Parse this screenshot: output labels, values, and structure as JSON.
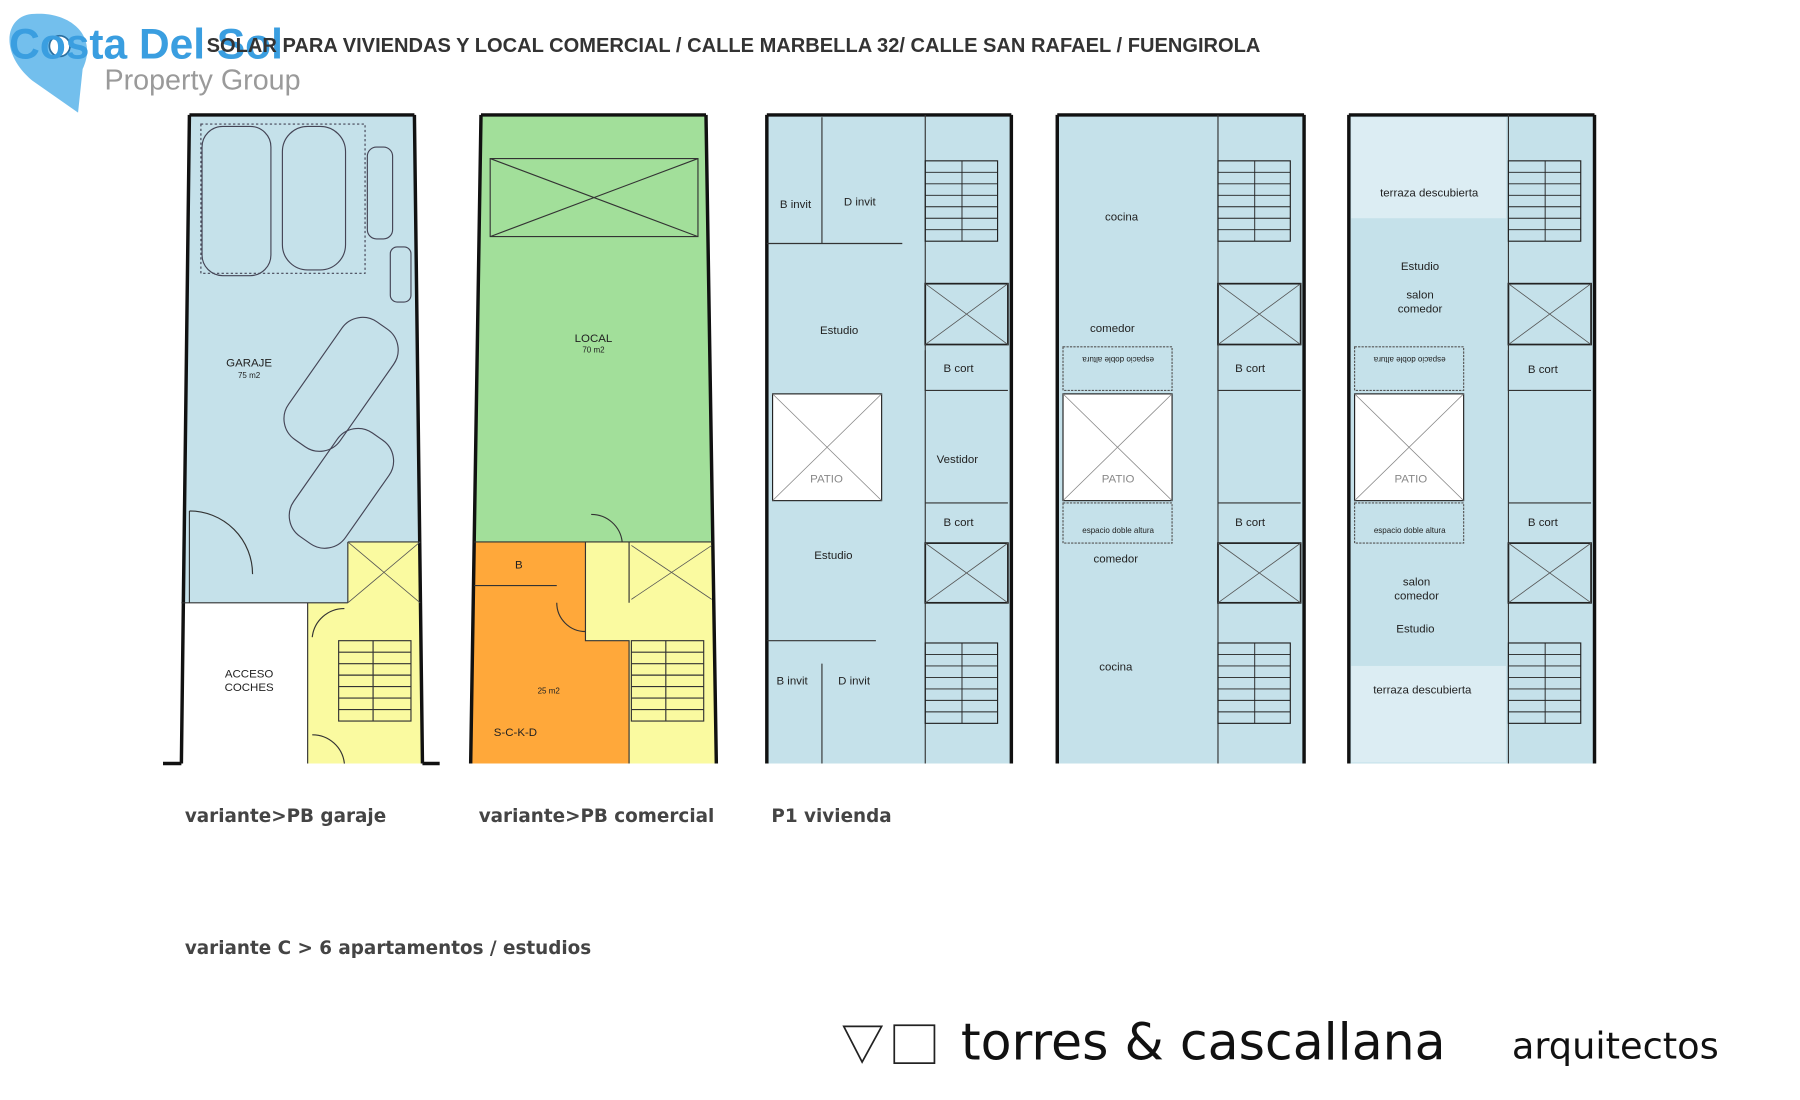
{
  "header": {
    "title": "SOLAR PARA VIVIENDAS Y LOCAL COMERCIAL  / CALLE MARBELLA 32/ CALLE SAN RAFAEL / FUENGIROLA"
  },
  "logo": {
    "brand": "Costa Del Sol",
    "subtitle": "Property Group",
    "brand_color": "#3a9ee0",
    "subtitle_color": "#9a9a9a"
  },
  "plans": {
    "garage": {
      "labels": [
        "GARAJE",
        "75 m2",
        "ACCESO",
        "COCHES"
      ],
      "caption": "variante>PB garaje",
      "fill": "#c5e1ea",
      "stair_fill": "#fafaa0"
    },
    "commercial": {
      "labels": [
        "LOCAL",
        "70 m2",
        "B",
        "25 m2",
        "S-C-K-D"
      ],
      "caption": "variante>PB comercial",
      "local_fill": "#a2df9a",
      "unit_fill": "#ffa83a",
      "stair_fill": "#fafaa0"
    },
    "p1": {
      "labels": [
        "B invit",
        "D invit",
        "Estudio",
        "B cort",
        "PATIO",
        "Vestidor",
        "B cort",
        "Estudio",
        "B invit",
        "D invit"
      ],
      "caption": "P1 vivienda"
    },
    "p2": {
      "labels": [
        "cocina",
        "comedor",
        "espacio doble altura",
        "B cort",
        "PATIO",
        "espacio doble altura",
        "B cort",
        "comedor",
        "cocina"
      ]
    },
    "p3": {
      "labels": [
        "terraza descubierta",
        "Estudio",
        "salon",
        "comedor",
        "espacio doble altura",
        "B cort",
        "PATIO",
        "espacio doble altura",
        "B cort",
        "salon",
        "comedor",
        "Estudio",
        "terraza descubierta"
      ]
    }
  },
  "variant_caption": "variante C > 6 apartamentos / estudios",
  "footer": {
    "firm": "torres & cascallana",
    "suffix": "arquitectos"
  }
}
